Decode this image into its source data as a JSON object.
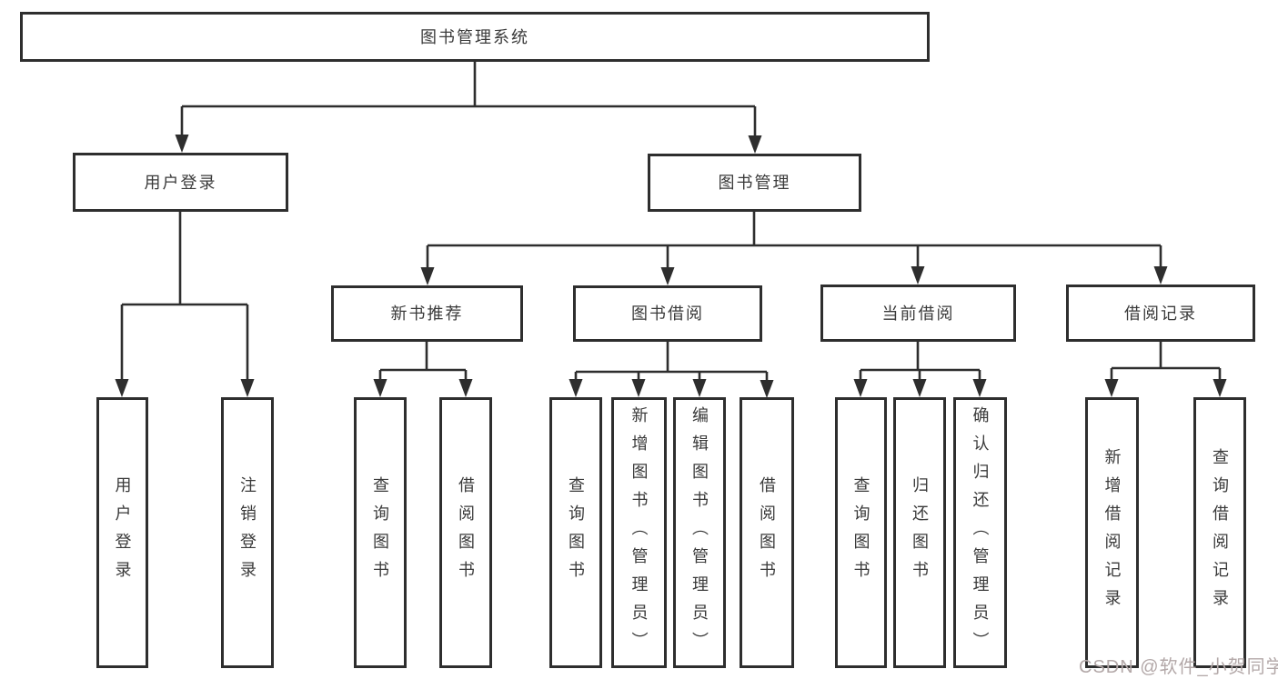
{
  "tree": {
    "label": "图书管理系统",
    "children": [
      {
        "label": "用户登录",
        "children": [
          {
            "label": "用户登录"
          },
          {
            "label": "注销登录"
          }
        ]
      },
      {
        "label": "图书管理",
        "children": [
          {
            "label": "新书推荐",
            "children": [
              {
                "label": "查询图书"
              },
              {
                "label": "借阅图书"
              }
            ]
          },
          {
            "label": "图书借阅",
            "children": [
              {
                "label": "查询图书"
              },
              {
                "label": "新增图书（管理员）"
              },
              {
                "label": "编辑图书（管理员）"
              },
              {
                "label": "借阅图书"
              }
            ]
          },
          {
            "label": "当前借阅",
            "children": [
              {
                "label": "查询图书"
              },
              {
                "label": "归还图书"
              },
              {
                "label": "确认归还（管理员）"
              }
            ]
          },
          {
            "label": "借阅记录",
            "children": [
              {
                "label": "新增借阅记录"
              },
              {
                "label": "查询借阅记录"
              }
            ]
          }
        ]
      }
    ]
  },
  "watermark": {
    "text": "CSDN @软件_小贺同学",
    "color": "#b3a8a8"
  },
  "colors": {
    "line": "#2e2e2e",
    "border": "#2e2e2e",
    "background": "#ffffff",
    "text": "#3a3a3a"
  }
}
